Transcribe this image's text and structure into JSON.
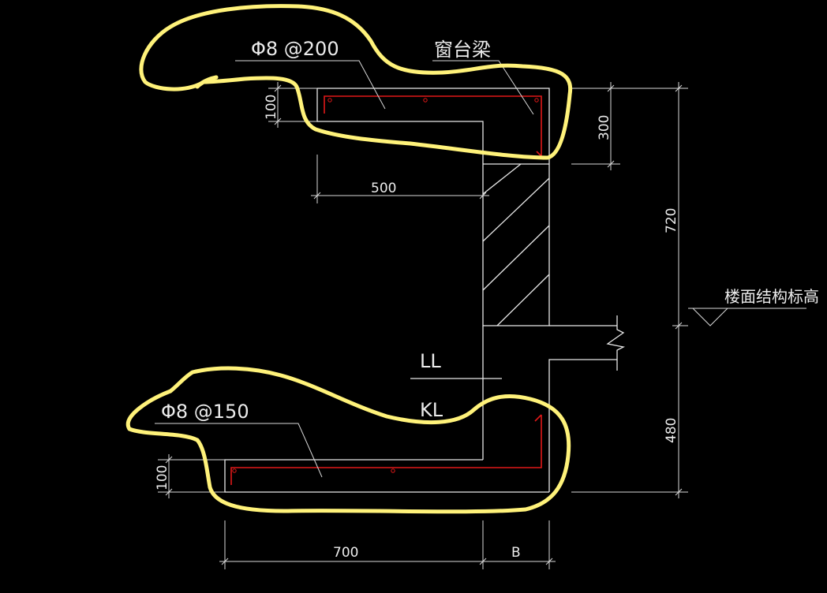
{
  "labels": {
    "rebar_top": "Φ8 @200",
    "window_beam": "窗台梁",
    "rebar_bottom": "Φ8 @150",
    "ll": "LL",
    "kl": "KL",
    "floor_level": "楼面结构标高"
  },
  "dimensions": {
    "top_thickness": "100",
    "top_height": "300",
    "top_width": "500",
    "upper_total": "720",
    "lower_total": "480",
    "bottom_thickness": "100",
    "bottom_width": "700",
    "wall_width": "B"
  },
  "colors": {
    "background": "#000000",
    "lines": "#e8e8e8",
    "rebar": "#e01818",
    "highlight": "#fff27a"
  }
}
